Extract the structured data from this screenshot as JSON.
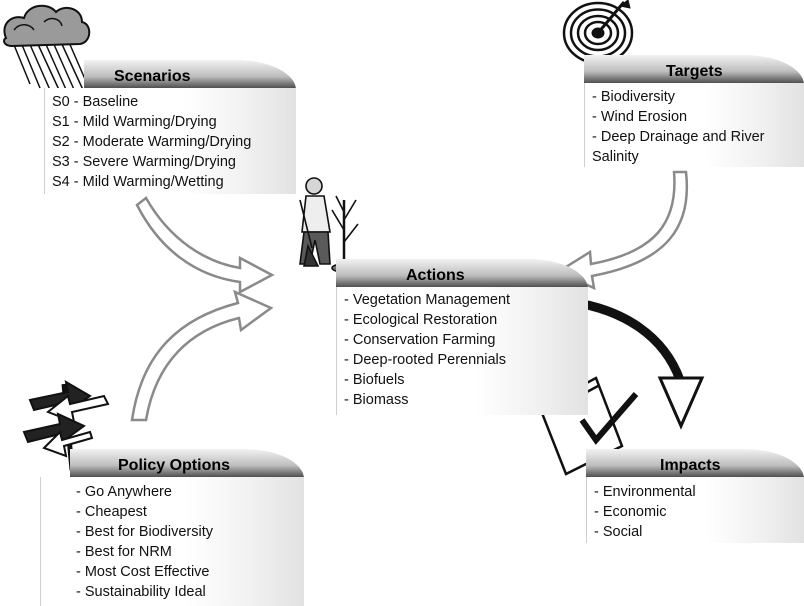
{
  "scenarios": {
    "title": "Scenarios",
    "items": [
      "S0 - Baseline",
      "S1 - Mild Warming/Drying",
      "S2 - Moderate Warming/Drying",
      "S3 - Severe Warming/Drying",
      "S4 - Mild Warming/Wetting"
    ]
  },
  "targets": {
    "title": "Targets",
    "items": [
      "- Biodiversity",
      "- Wind Erosion",
      "- Deep Drainage and River Salinity"
    ]
  },
  "actions": {
    "title": "Actions",
    "items": [
      "- Vegetation Management",
      "- Ecological Restoration",
      "- Conservation Farming",
      "- Deep-rooted Perennials",
      "- Biofuels",
      "- Biomass"
    ]
  },
  "policy_options": {
    "title": "Policy Options",
    "items": [
      "- Go Anywhere",
      "- Cheapest",
      "- Best for Biodiversity",
      "- Best for NRM",
      "- Most Cost Effective",
      "- Sustainability Ideal"
    ]
  },
  "impacts": {
    "title": "Impacts",
    "items": [
      "- Environmental",
      "- Economic",
      "- Social"
    ]
  },
  "icons": {
    "scenarios": "rain-cloud-icon",
    "targets": "target-icon",
    "actions": "farmer-planting-tree-icon",
    "policy_options": "signpost-icon",
    "impacts": "checklist-document-icon"
  }
}
